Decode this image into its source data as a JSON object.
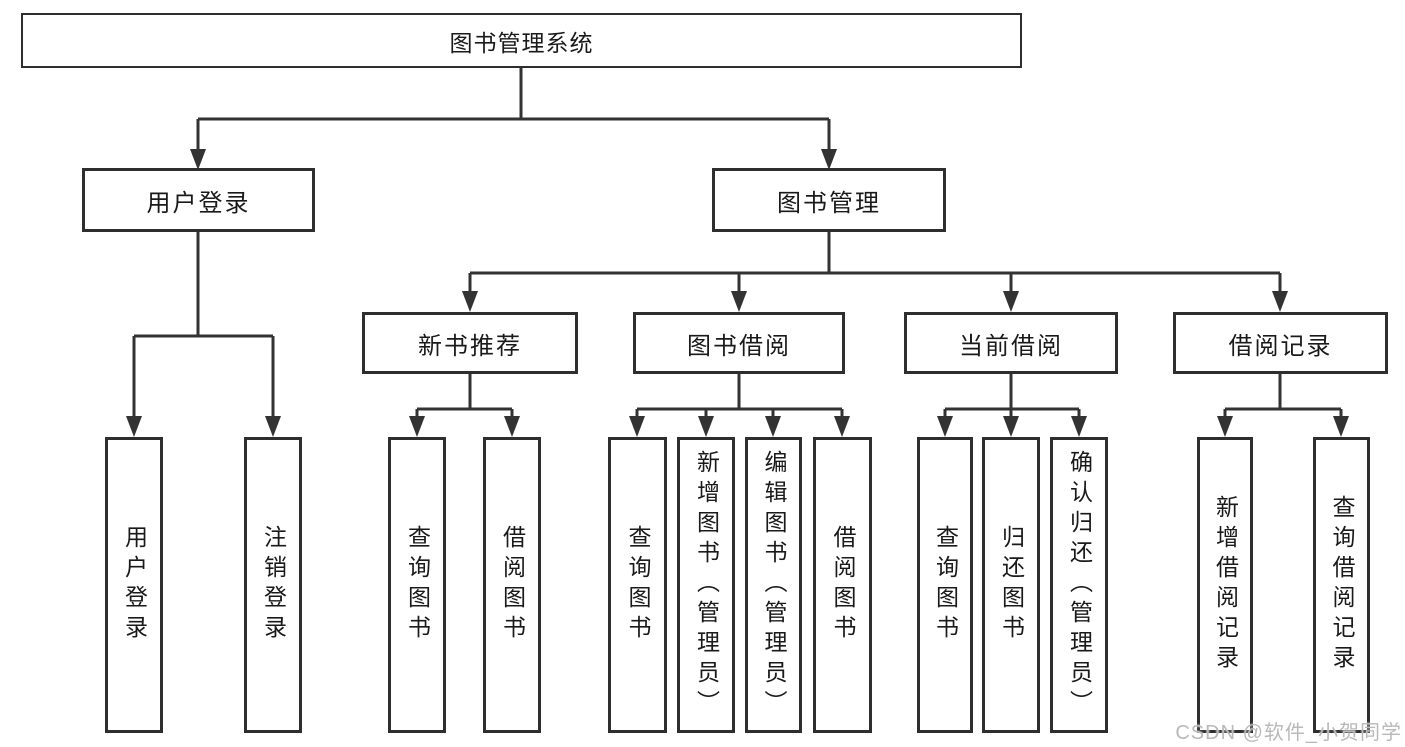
{
  "tree": {
    "label": "图书管理系统",
    "children": [
      {
        "label": "用户登录",
        "children": [
          {
            "label": "用户登录"
          },
          {
            "label": "注销登录"
          }
        ]
      },
      {
        "label": "图书管理",
        "children": [
          {
            "label": "新书推荐",
            "children": [
              {
                "label": "查询图书"
              },
              {
                "label": "借阅图书"
              }
            ]
          },
          {
            "label": "图书借阅",
            "children": [
              {
                "label": "查询图书"
              },
              {
                "label": "新增图书（管理员）"
              },
              {
                "label": "编辑图书（管理员）"
              },
              {
                "label": "借阅图书"
              }
            ]
          },
          {
            "label": "当前借阅",
            "children": [
              {
                "label": "查询图书"
              },
              {
                "label": "归还图书"
              },
              {
                "label": "确认归还（管理员）"
              }
            ]
          },
          {
            "label": "借阅记录",
            "children": [
              {
                "label": "新增借阅记录"
              },
              {
                "label": "查询借阅记录"
              }
            ]
          }
        ]
      }
    ]
  },
  "watermark": {
    "text": "CSDN @软件_小贺同学"
  },
  "colors": {
    "background": "#ffffff",
    "line": "#333333",
    "box_border": "#2e2e2e",
    "text": "#1a1a1a",
    "watermark": "#b9b9b9"
  }
}
